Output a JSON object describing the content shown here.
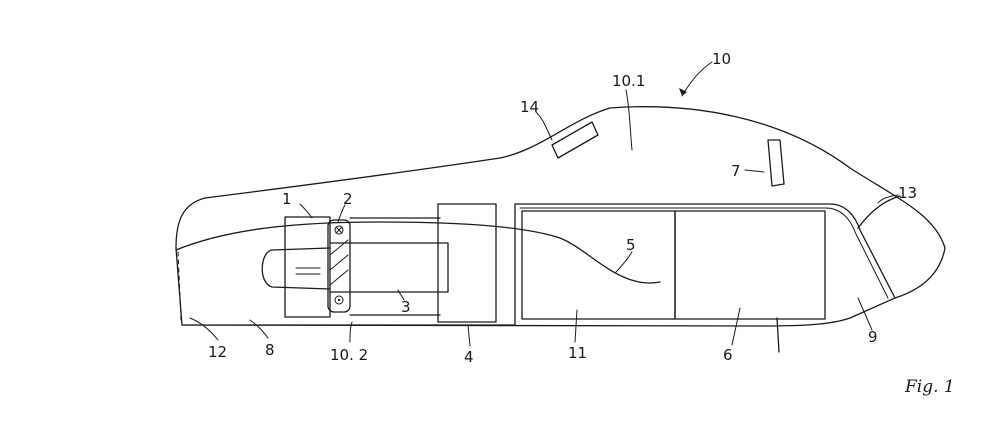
{
  "figure": {
    "caption": "Fig. 1"
  },
  "reference_numerals": {
    "n1": "1",
    "n2": "2",
    "n3": "3",
    "n4": "4",
    "n5": "5",
    "n6": "6",
    "n7": "7",
    "n8": "8",
    "n9": "9",
    "n10": "10",
    "n10_1": "10.1",
    "n10_2": "10. 2",
    "n11": "11",
    "n12": "12",
    "n13": "13",
    "n14": "14"
  }
}
